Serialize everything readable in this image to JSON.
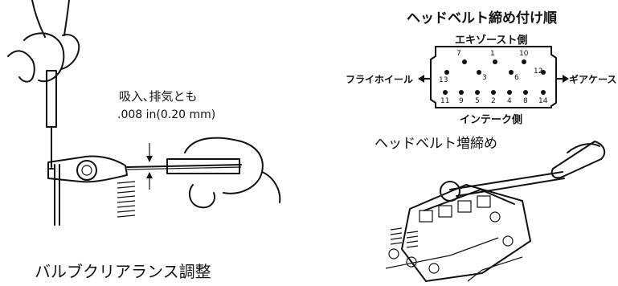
{
  "left_figure": {
    "clearance_title": "吸入､排気とも",
    "clearance_value": ".008 in(0.20 mm)",
    "caption": "バルブクリアランス調整"
  },
  "right_figure": {
    "order_title": "ヘッドベルト締め付け順",
    "side_top": "エキゾースト側",
    "side_bottom": "インテーク側",
    "side_left": "フライホイール",
    "side_right": "ギアケース",
    "bolt_numbers_top": [
      "7",
      "1",
      "10"
    ],
    "bolt_numbers_mid": [
      "13",
      "3",
      "6",
      "12"
    ],
    "bolt_numbers_bottom": [
      "11",
      "9",
      "5",
      "2",
      "4",
      "8",
      "14"
    ],
    "retighten_title": "ヘッドベルト増締め"
  }
}
